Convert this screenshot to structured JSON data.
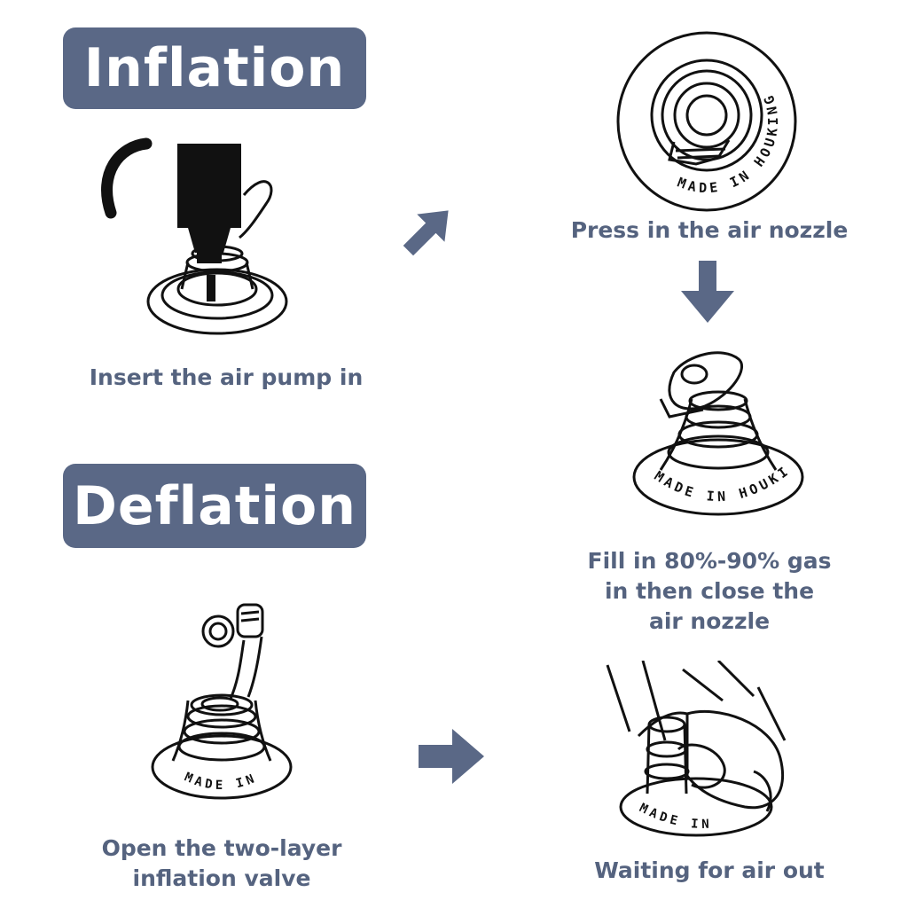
{
  "headings": {
    "inflation": "Inflation",
    "deflation": "Deflation"
  },
  "steps": {
    "insert_pump": "Insert the air pump in",
    "press_nozzle": "Press in the air nozzle",
    "fill_line1": "Fill in 80%-90% gas",
    "fill_line2": "in then close the",
    "fill_line3": "air nozzle",
    "open_valve_line1": "Open the two-layer",
    "open_valve_line2": "inflation valve",
    "waiting": "Waiting for air out"
  },
  "valve_marking": "MADE IN HOUKING",
  "colors": {
    "banner": "#5a6886",
    "arrow": "#5a6886",
    "caption": "#55637f",
    "line_art": "#111111"
  },
  "icons": {
    "diagonal_arrow": "arrow-up-right-icon",
    "down_arrow": "arrow-down-icon",
    "right_arrow": "arrow-right-icon"
  }
}
